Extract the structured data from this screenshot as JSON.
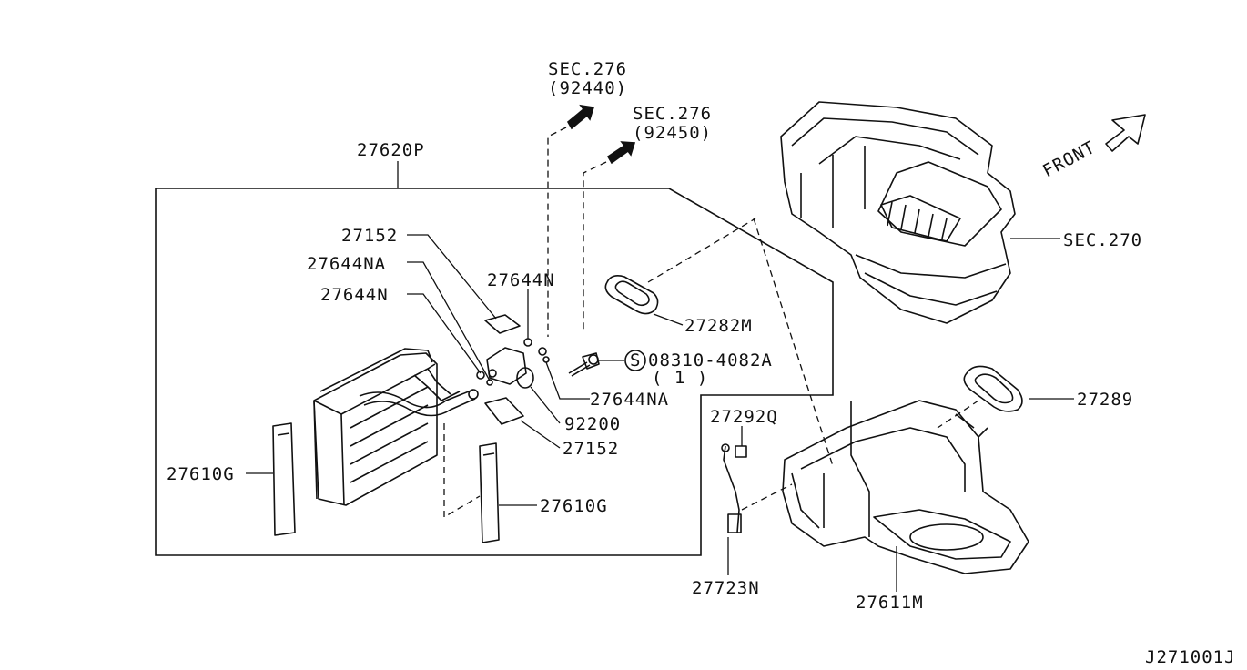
{
  "diagram_id": "J271001J",
  "front_label": "FRONT",
  "callouts": {
    "sec276_a": "SEC.276",
    "sec276_a_ref": "(92440)",
    "sec276_b": "SEC.276",
    "sec276_b_ref": "(92450)",
    "sec270": "SEC.270",
    "p27620P": "27620P",
    "p27152_top": "27152",
    "p27644NA_top": "27644NA",
    "p27644N_left": "27644N",
    "p27644N_mid": "27644N",
    "p27282M": "27282M",
    "screw_symbol": "S",
    "p08310": "08310-4082A",
    "p08310_qty": "( 1 )",
    "p27644NA_bottom": "27644NA",
    "p92200": "92200",
    "p27152_bottom": "27152",
    "p27610G_left": "27610G",
    "p27610G_right": "27610G",
    "p27292Q": "27292Q",
    "p27289": "27289",
    "p27723N": "27723N",
    "p27611M": "27611M"
  }
}
